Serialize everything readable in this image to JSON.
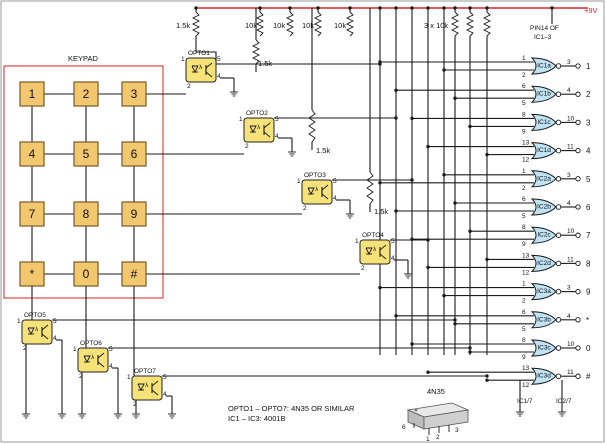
{
  "power_label": "+9V",
  "keypad": {
    "title": "KEYPAD",
    "keys": [
      "1",
      "2",
      "3",
      "4",
      "5",
      "6",
      "7",
      "8",
      "9",
      "*",
      "0",
      "#"
    ]
  },
  "resistors": {
    "r1": "1.5k",
    "r2": "10k",
    "r3": "10k",
    "r4": "10k",
    "r5": "10k",
    "r_group": "3 x 10k",
    "opto_r1": "1.5k",
    "opto_r2": "1.5k",
    "opto_r3": "1.5k"
  },
  "pin14_label": "PIN14 OF",
  "pin14_label2": "IC1–3",
  "optos": [
    "OPTO1",
    "OPTO2",
    "OPTO3",
    "OPTO4",
    "OPTO5",
    "OPTO6",
    "OPTO7"
  ],
  "opto_pins": {
    "p1": "1",
    "p2": "2",
    "p4": "4",
    "p5": "5"
  },
  "gates": [
    "IC1a",
    "IC1b",
    "IC1c",
    "IC1d",
    "IC2a",
    "IC2b",
    "IC2c",
    "IC2d",
    "IC3a",
    "IC3b",
    "IC3c",
    "IC3d"
  ],
  "gate_pins": [
    [
      "1",
      "2",
      "3"
    ],
    [
      "6",
      "5",
      "4"
    ],
    [
      "8",
      "9",
      "10"
    ],
    [
      "13",
      "12",
      "11"
    ],
    [
      "1",
      "2",
      "3"
    ],
    [
      "6",
      "5",
      "4"
    ],
    [
      "8",
      "9",
      "10"
    ],
    [
      "13",
      "12",
      "11"
    ],
    [
      "1",
      "2",
      "3"
    ],
    [
      "6",
      "5",
      "4"
    ],
    [
      "8",
      "9",
      "10"
    ],
    [
      "13",
      "12",
      "11"
    ]
  ],
  "outputs": [
    "1",
    "2",
    "3",
    "4",
    "5",
    "6",
    "7",
    "8",
    "9",
    "*",
    "0",
    "#"
  ],
  "ic_ground1": "IC1/7",
  "ic_ground2": "IC2/7",
  "notes": {
    "line1": "OPTO1 – OPTO7:  4N35 OR SIMILAR",
    "line2": "IC1 – IC3: 4001B"
  },
  "chip": {
    "name": "4N35",
    "pin6": "6",
    "pin1": "1",
    "pin2": "2",
    "pin3": "3"
  }
}
